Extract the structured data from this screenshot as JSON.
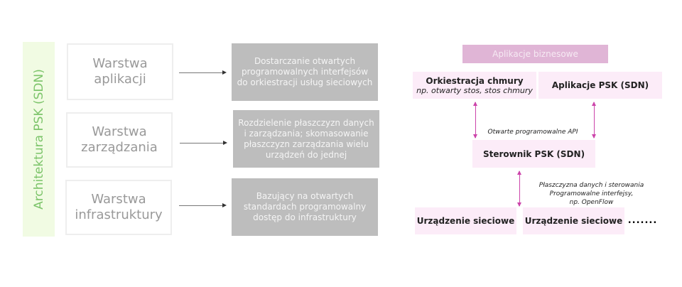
{
  "left": {
    "title": "Architektura PSK (SDN)",
    "layers": [
      {
        "name": "Warstwa aplikacji",
        "desc": "Dostarczanie otwartych programowalnych interfejsów do orkiestracji usług sieciowych"
      },
      {
        "name": "Warstwa zarządzania",
        "desc": "Rozdzielenie płaszczyzn danych i zarządzania; skomasowanie płaszczyzn zarządzania wielu urządzeń do jednej"
      },
      {
        "name": "Warstwa infrastruktury",
        "desc": "Bazujący na otwartych standardach programowalny dostęp do infrastruktury"
      }
    ]
  },
  "right": {
    "business": "Aplikacje biznesowe",
    "orchestration": {
      "title": "Orkiestracja chmury",
      "subtitle": "np. otwarty stos, stos chmury"
    },
    "sdn_apps": "Aplikacje PSK (SDN)",
    "api_label": "Otwarte programowalne API",
    "controller": "Sterownik PSK (SDN)",
    "southbound": [
      "Płaszczyzna danych i sterowania",
      "Programowalne interfejsy,",
      "np. OpenFlow"
    ],
    "devices": [
      "Urządzenie sieciowe",
      "Urządzenie sieciowe"
    ],
    "more": "......."
  }
}
